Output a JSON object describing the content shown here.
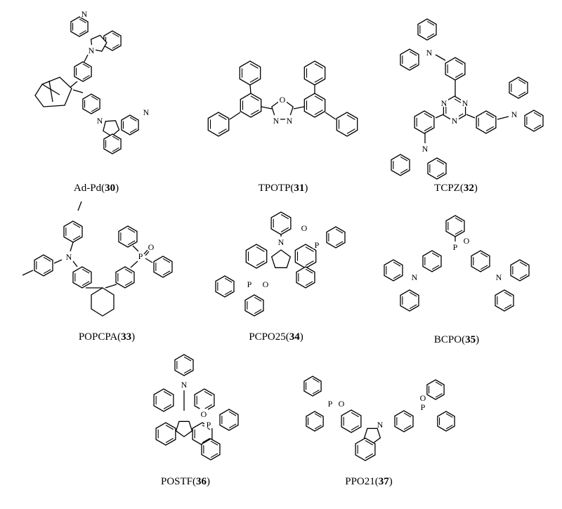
{
  "atoms": {
    "N": "N",
    "O": "O",
    "P": "P"
  },
  "compounds": [
    {
      "name": "Ad-Pd",
      "number": "30"
    },
    {
      "name": "TPOTP",
      "number": "31"
    },
    {
      "name": "TCPZ",
      "number": "32"
    },
    {
      "name": "POPCPA",
      "number": "33"
    },
    {
      "name": "PCPO25",
      "number": "34"
    },
    {
      "name": "BCPO",
      "number": "35"
    },
    {
      "name": "POSTF",
      "number": "36"
    },
    {
      "name": "PPO21",
      "number": "37"
    }
  ]
}
